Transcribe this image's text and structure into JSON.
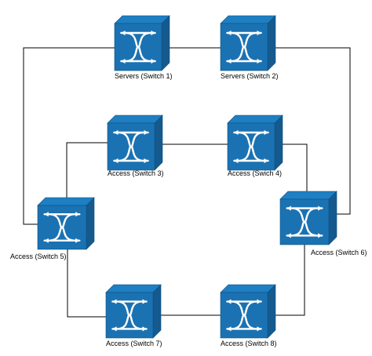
{
  "colors": {
    "switch_front": "#1b72b2",
    "switch_top": "#1e7fc3",
    "switch_side": "#145a8f",
    "switch_outline": "#0f4f7e",
    "arrow": "#ffffff",
    "link": "#000000"
  },
  "nodes": [
    {
      "id": "switch-1",
      "label": "Servers (Switch 1)",
      "icon": "network-switch-icon"
    },
    {
      "id": "switch-2",
      "label": "Servers (Switch 2)",
      "icon": "network-switch-icon"
    },
    {
      "id": "switch-3",
      "label": "Access (Switch 3)",
      "icon": "network-switch-icon"
    },
    {
      "id": "switch-4",
      "label": "Access (Swich 4)",
      "icon": "network-switch-icon"
    },
    {
      "id": "switch-5",
      "label": "Access (Switch 5)",
      "icon": "network-switch-icon"
    },
    {
      "id": "switch-6",
      "label": "Access (Switch 6)",
      "icon": "network-switch-icon"
    },
    {
      "id": "switch-7",
      "label": "Access (Switch 7)",
      "icon": "network-switch-icon"
    },
    {
      "id": "switch-8",
      "label": "Access (Switch 8)",
      "icon": "network-switch-icon"
    }
  ],
  "links": [
    {
      "from": "switch-1",
      "to": "switch-2"
    },
    {
      "from": "switch-1",
      "to": "switch-5"
    },
    {
      "from": "switch-2",
      "to": "switch-6"
    },
    {
      "from": "switch-3",
      "to": "switch-4"
    },
    {
      "from": "switch-3",
      "to": "switch-5"
    },
    {
      "from": "switch-4",
      "to": "switch-6"
    },
    {
      "from": "switch-5",
      "to": "switch-7"
    },
    {
      "from": "switch-6",
      "to": "switch-8"
    },
    {
      "from": "switch-7",
      "to": "switch-8"
    }
  ]
}
